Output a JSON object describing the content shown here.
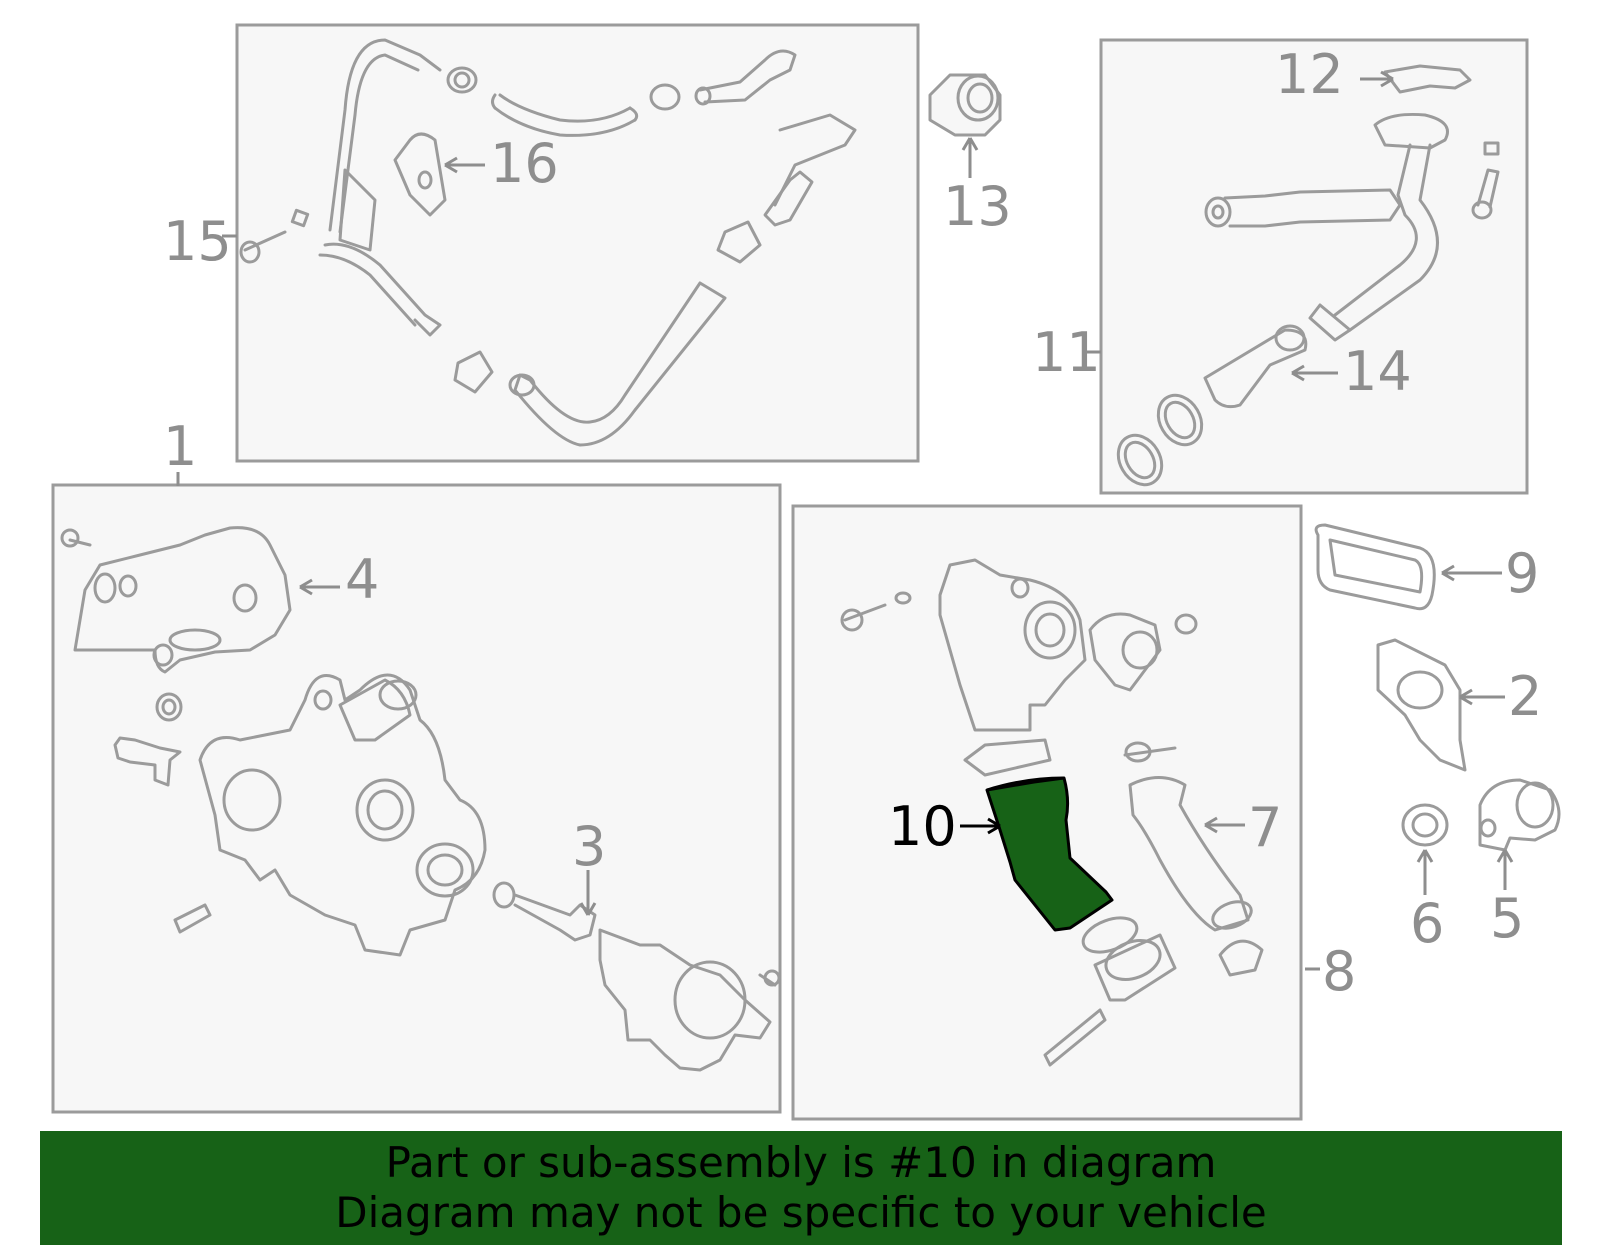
{
  "colors": {
    "highlight": "#176217",
    "banner": "#176217",
    "line": "#9b9b9b",
    "box_fill": "#f7f7f7"
  },
  "labels": {
    "l1": "1",
    "l2": "2",
    "l3": "3",
    "l4": "4",
    "l5": "5",
    "l6": "6",
    "l7": "7",
    "l8": "8",
    "l9": "9",
    "l10": "10",
    "l11": "11",
    "l12": "12",
    "l13": "13",
    "l14": "14",
    "l15": "15",
    "l16": "16"
  },
  "highlighted_part": "10",
  "banner": {
    "line1": "Part or sub-assembly is #10 in diagram",
    "line2": "Diagram may not be specific to your vehicle"
  }
}
